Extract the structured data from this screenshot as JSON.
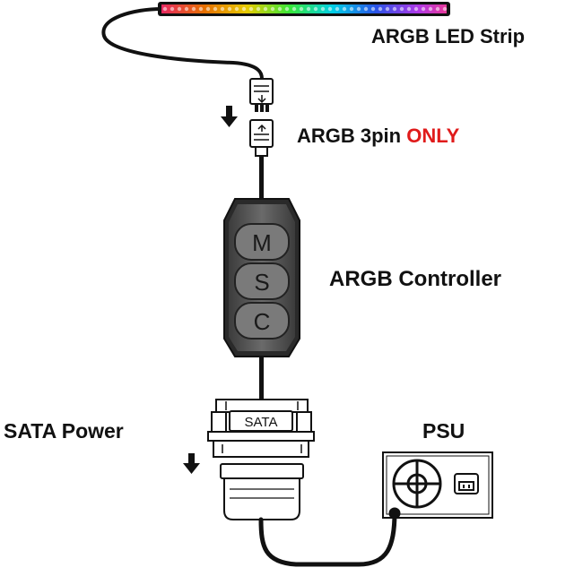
{
  "labels": {
    "led_strip": "ARGB LED Strip",
    "pin_prefix": "ARGB 3pin",
    "pin_only": "ONLY",
    "controller": "ARGB Controller",
    "sata_power": "SATA Power",
    "psu": "PSU"
  },
  "controller_buttons": [
    "M",
    "S",
    "C"
  ],
  "sata_connector_text": "SATA",
  "colors": {
    "emphasis": "#e01b1b",
    "text": "#111111",
    "cable": "#111111",
    "controller_body": "#5a5a5a"
  }
}
